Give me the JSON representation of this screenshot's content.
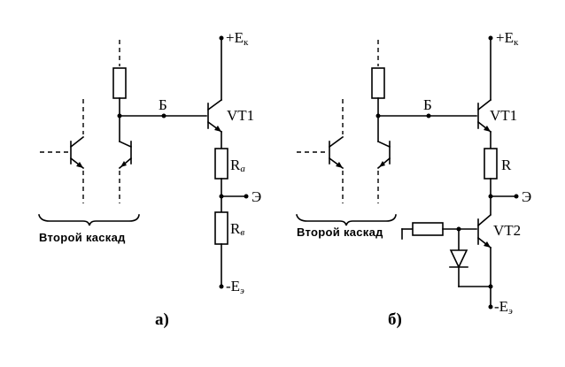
{
  "left": {
    "supply_pos": "+E",
    "supply_pos_sub": "к",
    "node_base": "Б",
    "transistor": "VT1",
    "r_top": "R",
    "r_top_sub": "а",
    "r_bottom": "R",
    "r_bottom_sub": "в",
    "node_emitter": "Э",
    "supply_neg": "-E",
    "supply_neg_sub": "э",
    "brace_caption": "Второй каскад",
    "part_label": "а)"
  },
  "right": {
    "supply_pos": "+E",
    "supply_pos_sub": "к",
    "node_base": "Б",
    "transistor": "VT1",
    "r_emitter": "R",
    "node_emitter": "Э",
    "transistor2": "VT2",
    "supply_neg": "-E",
    "supply_neg_sub": "э",
    "brace_caption": "Второй каскад",
    "part_label": "б)"
  }
}
